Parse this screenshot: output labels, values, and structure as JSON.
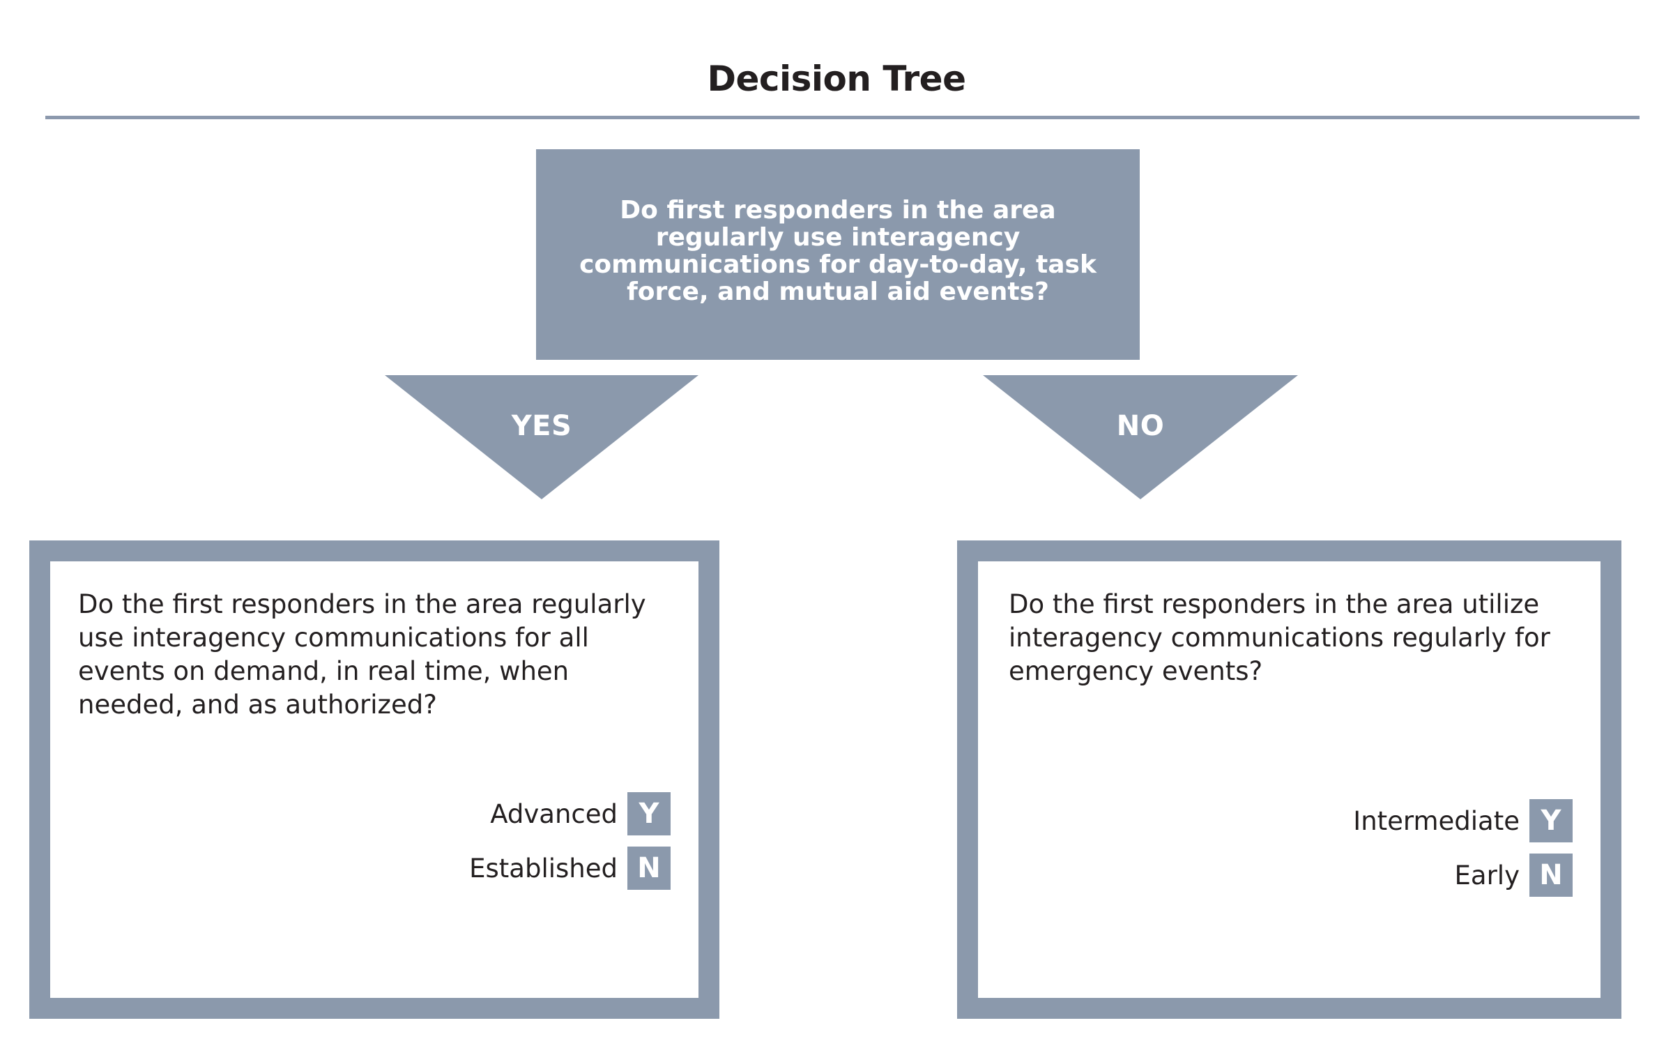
{
  "page": {
    "title": "Decision Tree",
    "accent_color": "#8b99ac",
    "text_color": "#231f20",
    "background_color": "#ffffff"
  },
  "root_question": {
    "text": "Do first responders in the area regularly use interagency communications for day-to-day, task force, and mutual aid events?"
  },
  "branches": [
    {
      "label": "YES",
      "direction": "down-left"
    },
    {
      "label": "NO",
      "direction": "down-right"
    }
  ],
  "outcomes": [
    {
      "branch": "YES",
      "question": "Do the first responders in the area regularly use interagency communications for all events on demand, in real time, when needed, and as authorized?",
      "results": [
        {
          "label": "Advanced",
          "badge": "Y"
        },
        {
          "label": "Established",
          "badge": "N"
        }
      ]
    },
    {
      "branch": "NO",
      "question": "Do the first responders in the area utilize interagency communications regularly for emergency events?",
      "results": [
        {
          "label": "Intermediate",
          "badge": "Y"
        },
        {
          "label": "Early",
          "badge": "N"
        }
      ]
    }
  ]
}
